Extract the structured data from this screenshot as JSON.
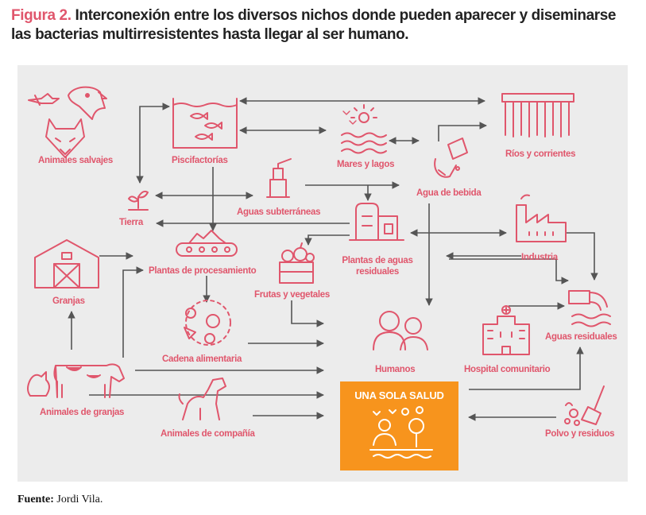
{
  "title": {
    "figure": "Figura 2.",
    "text": "Interconexión entre los diversos nichos donde pueden aparecer y diseminarse las bacterias multirresistentes hasta llegar al ser humano."
  },
  "nodes": {
    "animales_salvajes": "Animales salvajes",
    "piscifactorias": "Piscifactorías",
    "mares_lagos": "Mares y lagos",
    "rios": "Ríos y corrientes",
    "agua_bebida": "Agua de bebida",
    "tierra": "Tierra",
    "aguas_subterraneas": "Aguas subterráneas",
    "granjas": "Granjas",
    "plantas_procesamiento": "Plantas de procesamiento",
    "frutas": "Frutas y vegetales",
    "plantas_aguas": "Plantas de aguas residuales",
    "industria": "Industria",
    "aguas_residuales": "Aguas residuales",
    "cadena": "Cadena alimentaria",
    "humanos": "Humanos",
    "hospital": "Hospital comunitario",
    "animales_granjas": "Animales de granjas",
    "animales_compania": "Animales de compañía",
    "una_sola_salud": "UNA SOLA SALUD",
    "polvo": "Polvo y residuos"
  },
  "source": {
    "label": "Fuente:",
    "text": "Jordi Vila."
  },
  "colors": {
    "accent": "#e0566c",
    "arrow": "#555555",
    "box": "#f7941d",
    "panel": "#ececec"
  }
}
